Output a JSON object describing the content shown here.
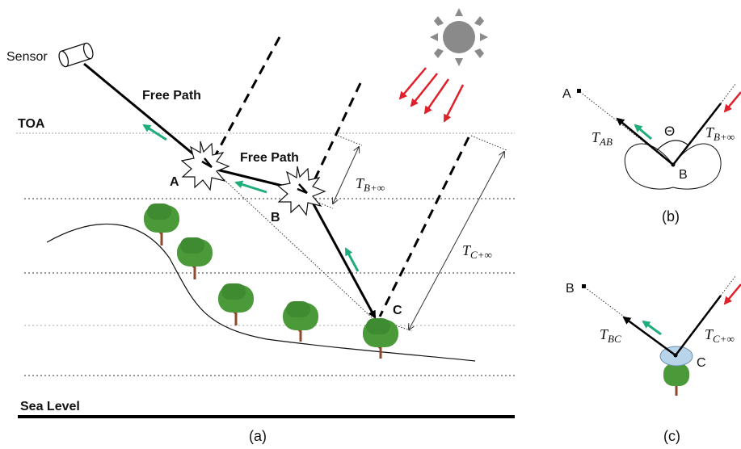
{
  "panel_a": {
    "sensor_label": "Sensor",
    "free_path_label_1": "Free Path",
    "free_path_label_2": "Free Path",
    "toa_label": "TOA",
    "sea_level_label": "Sea Level",
    "point_a": "A",
    "point_b": "B",
    "point_c": "C",
    "t_b_inf": {
      "main": "T",
      "sub": "B+∞"
    },
    "t_c_inf": {
      "main": "T",
      "sub": "C+∞"
    },
    "caption": "(a)"
  },
  "panel_b": {
    "point_a": "A",
    "point_b": "B",
    "theta": "Θ",
    "t_ab": {
      "main": "T",
      "sub": "AB"
    },
    "t_b_inf": {
      "main": "T",
      "sub": "B+∞"
    },
    "caption": "(b)"
  },
  "panel_c": {
    "point_b": "B",
    "point_c": "C",
    "t_bc": {
      "main": "T",
      "sub": "BC"
    },
    "t_c_inf": {
      "main": "T",
      "sub": "C+∞"
    },
    "caption": "(c)"
  },
  "colors": {
    "sun": "#8a8a8a",
    "sunlight_arrows": "#e0202a",
    "teal_arrows": "#1fae7a",
    "tree_foliage": "#4a9a3a",
    "tree_trunk": "#8b4a2b",
    "leaf_sphere": "#b8d4ea"
  }
}
